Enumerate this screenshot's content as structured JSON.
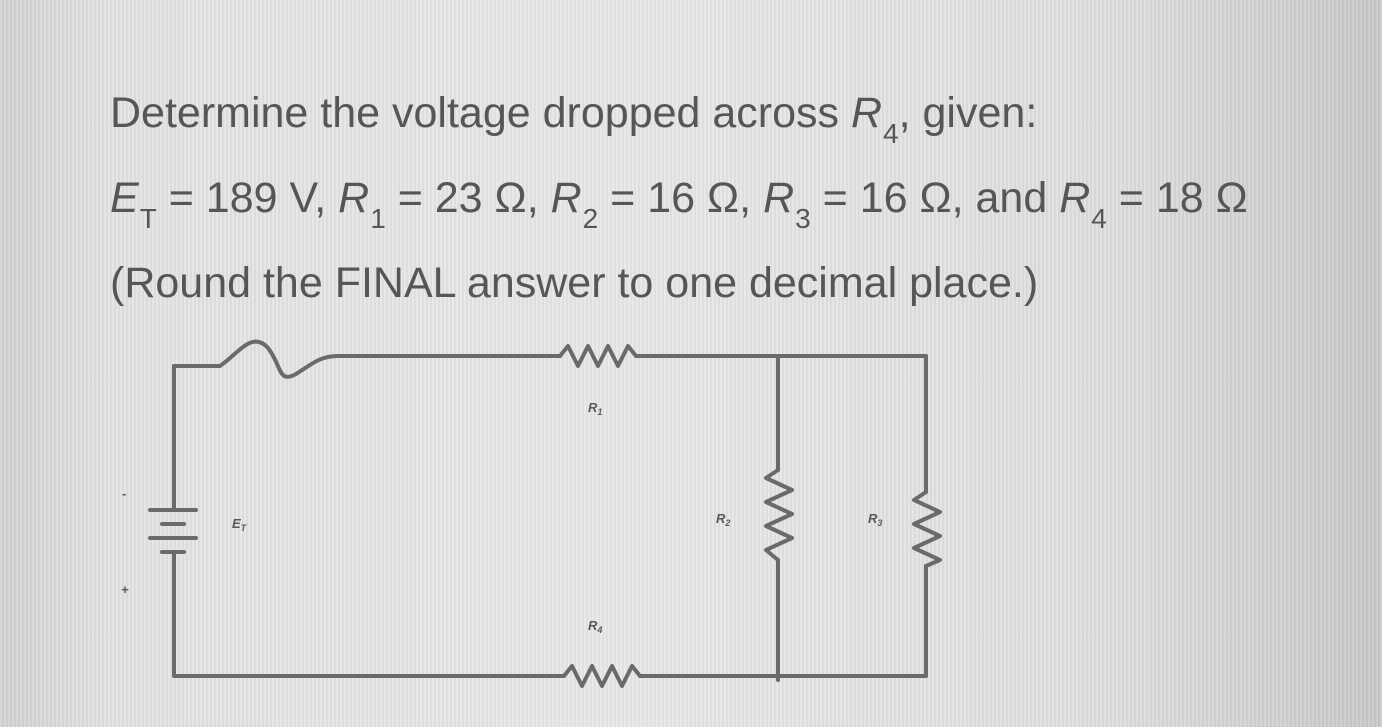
{
  "problem": {
    "line1": {
      "prefix": "Determine the voltage dropped across ",
      "var": "R",
      "sub": "4",
      "suffix": ", given:"
    },
    "line2": [
      {
        "var": "E",
        "sub": "T",
        "rest": " = 189 V, "
      },
      {
        "var": "R",
        "sub": "1",
        "rest": " = 23 Ω, "
      },
      {
        "var": "R",
        "sub": "2",
        "rest": " = 16 Ω, "
      },
      {
        "var": "R",
        "sub": "3",
        "rest": " = 16 Ω, and "
      },
      {
        "var": "R",
        "sub": "4",
        "rest": " = 18 Ω"
      }
    ],
    "line3": "(Round the FINAL answer to one decimal place.)"
  },
  "circuit": {
    "battery": {
      "label": "E",
      "label_sub": "T",
      "minus": "-",
      "plus": "+"
    },
    "resistors": [
      {
        "label": "R",
        "sub": "1"
      },
      {
        "label": "R",
        "sub": "2"
      },
      {
        "label": "R",
        "sub": "3"
      },
      {
        "label": "R",
        "sub": "4"
      }
    ],
    "colors": {
      "wire": "#6a6a6a",
      "text": "#565656",
      "background": "#e4e4e4"
    }
  }
}
